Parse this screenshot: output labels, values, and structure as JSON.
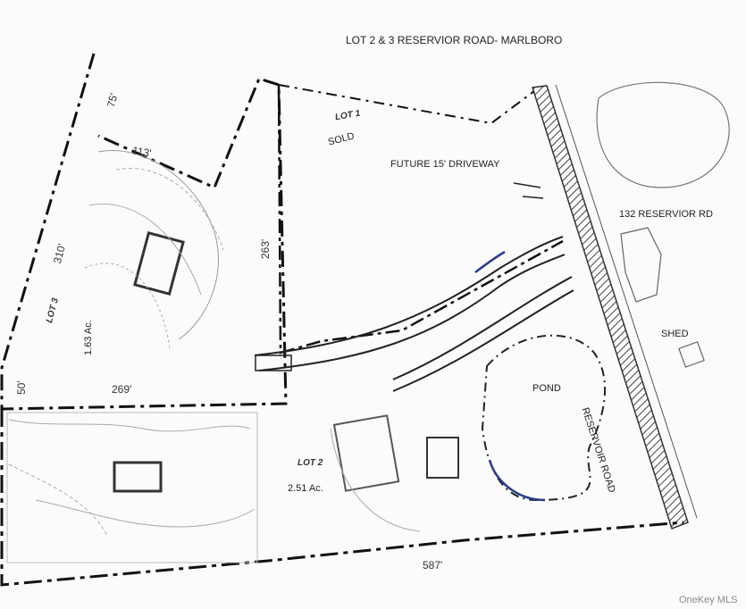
{
  "title": "LOT 2 & 3 RESERVIOR ROAD- MARLBORO",
  "lots": {
    "lot1": {
      "name": "LOT 1",
      "status": "SOLD"
    },
    "lot2": {
      "name": "LOT 2",
      "area": "2.51 Ac."
    },
    "lot3": {
      "name": "LOT 3",
      "area": "1.63 Ac."
    }
  },
  "labels": {
    "driveway": "FUTURE 15' DRIVEWAY",
    "neighbor": "132 RESERVIOR RD",
    "shed": "SHED",
    "pond": "POND",
    "road": "RESERVOIR ROAD"
  },
  "dimensions": {
    "d75": "75'",
    "d113": "113'",
    "d310": "310'",
    "d263": "263'",
    "d50": "50'",
    "d269": "269'",
    "d587": "587'"
  },
  "watermark": "OneKey MLS"
}
